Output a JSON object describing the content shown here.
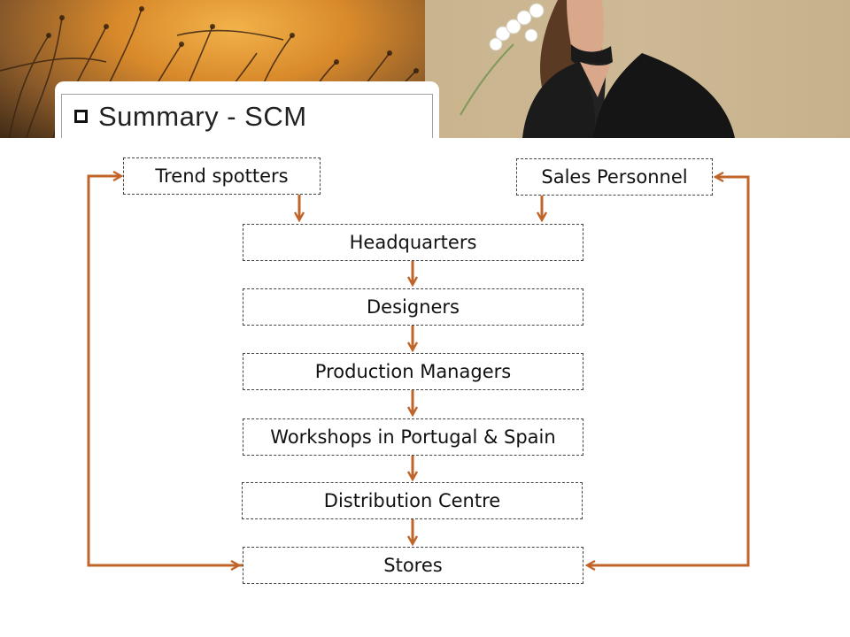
{
  "title": "Summary - SCM",
  "colors": {
    "arrow": "#c0642a"
  },
  "nodes": {
    "trend_spotters": "Trend spotters",
    "sales_personnel": "Sales Personnel",
    "headquarters": "Headquarters",
    "designers": "Designers",
    "production_managers": "Production Managers",
    "workshops": "Workshops in Portugal & Spain",
    "distribution_centre": "Distribution Centre",
    "stores": "Stores"
  }
}
